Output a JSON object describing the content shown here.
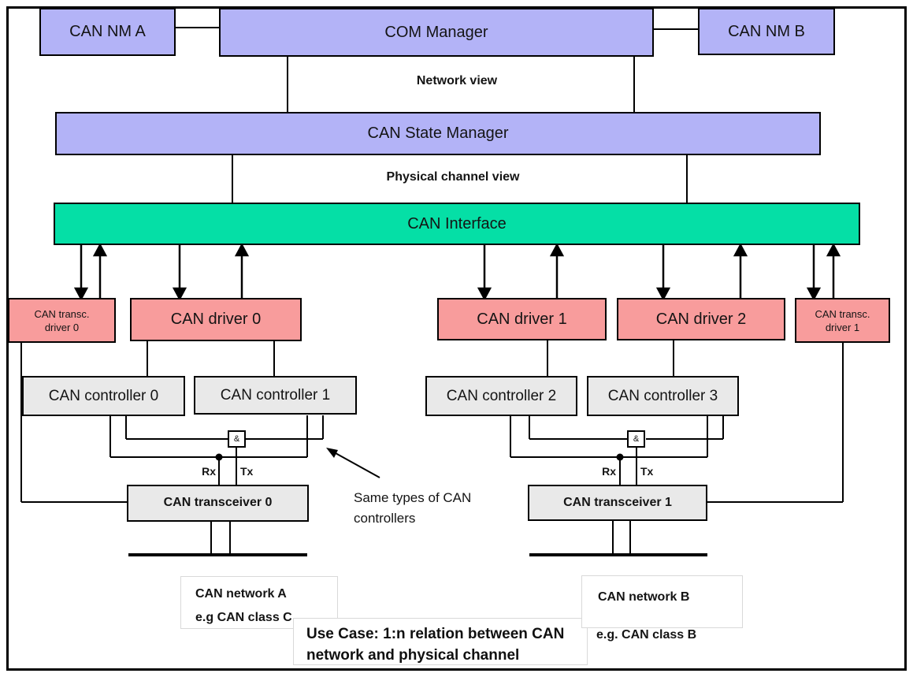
{
  "colors": {
    "purple": "#b3b3f7",
    "green": "#05dfa6",
    "pink": "#f89c9c",
    "graybox": "#e9e9e9",
    "noteborder": "#d9d9d9",
    "line": "#000000"
  },
  "boxes": {
    "can_nm_a": "CAN NM A",
    "com_manager": "COM Manager",
    "can_nm_b": "CAN NM B",
    "can_state_manager": "CAN State Manager",
    "can_interface": "CAN Interface",
    "can_transc_driver_0": {
      "line1": "CAN transc.",
      "line2": "driver 0"
    },
    "can_driver_0": "CAN driver 0",
    "can_driver_1": "CAN driver 1",
    "can_driver_2": "CAN driver 2",
    "can_transc_driver_1": {
      "line1": "CAN transc.",
      "line2": "driver 1"
    },
    "can_controller_0": "CAN controller 0",
    "can_controller_1": "CAN controller 1",
    "can_controller_2": "CAN controller 2",
    "can_controller_3": "CAN controller 3",
    "can_transceiver_0": "CAN transceiver 0",
    "can_transceiver_1": "CAN transceiver 1"
  },
  "view_labels": {
    "network_view": "Network view",
    "physical_channel_view": "Physical channel view"
  },
  "signal_labels": {
    "and_gate_left": "&",
    "and_gate_right": "&",
    "rx_left": "Rx",
    "tx_left": "Tx",
    "rx_right": "Rx",
    "tx_right": "Tx"
  },
  "annotations": {
    "same_types": {
      "line1": "Same types of CAN",
      "line2": "controllers"
    },
    "network_a": {
      "line1": "CAN network A",
      "line2": "e.g CAN class C"
    },
    "network_b": {
      "title": "CAN network B",
      "subtitle": "e.g. CAN class B"
    },
    "use_case": {
      "line1": "Use Case: 1:n relation between CAN",
      "line2": "network and physical channel"
    }
  }
}
